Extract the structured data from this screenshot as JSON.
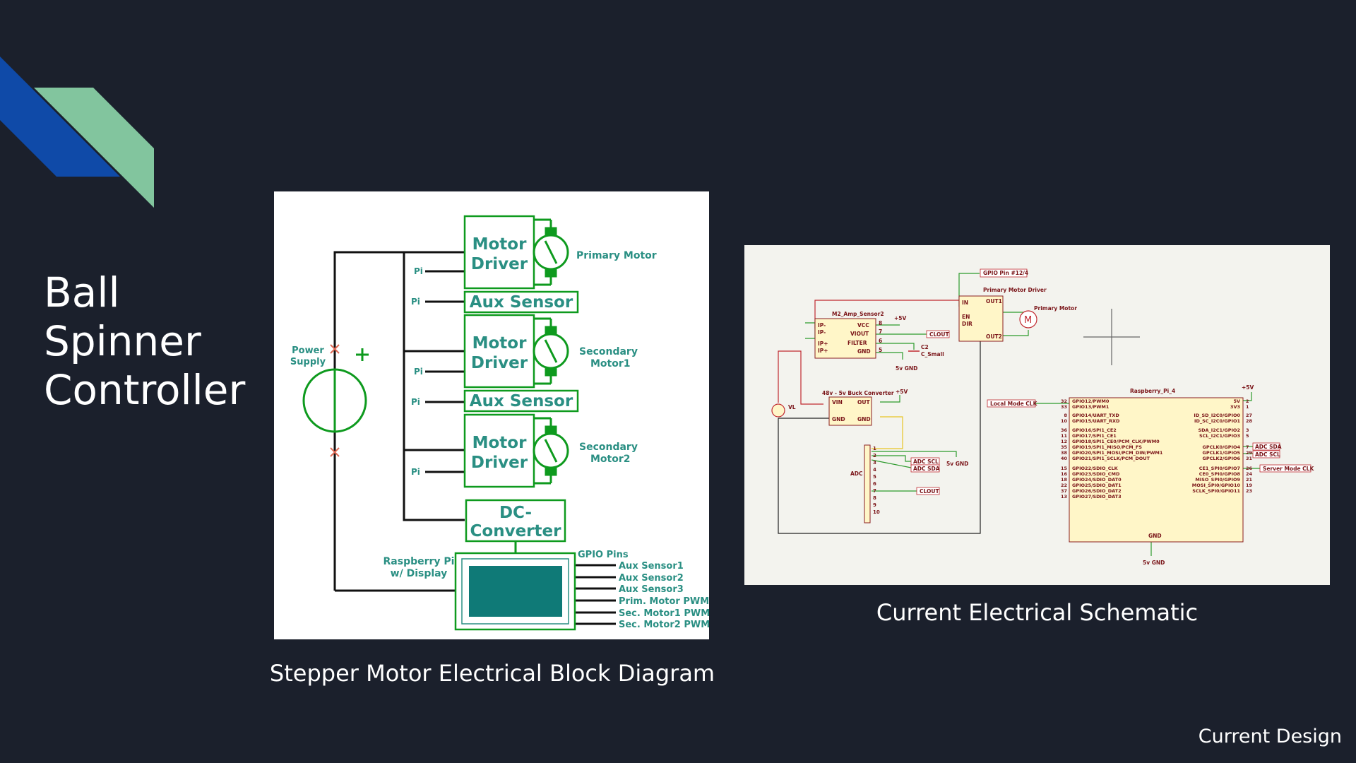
{
  "slide": {
    "title_lines": [
      "Ball",
      "Spinner",
      "Controller"
    ],
    "footer": "Current Design"
  },
  "colors": {
    "background": "#1b202c",
    "accent_blue": "#0f4aa8",
    "accent_green": "#82c59e",
    "diagram_green": "#0e9a1e",
    "diagram_teal": "#2a8f83",
    "diagram_screen": "#0f7a77",
    "schem_red": "#c0282f",
    "schem_wire": "#2c9a2c",
    "schem_yellow": "#e7c526"
  },
  "block_diagram": {
    "caption": "Stepper Motor Electrical Block Diagram",
    "motor_driver_line1": "Motor",
    "motor_driver_line2": "Driver",
    "aux_sensor": "Aux Sensor",
    "pi_label": "Pi",
    "primary_motor": "Primary Motor",
    "secondary_motor1_line1": "Secondary",
    "secondary_motor1_line2": "Motor1",
    "secondary_motor2_line1": "Secondary",
    "secondary_motor2_line2": "Motor2",
    "power_supply_line1": "Power",
    "power_supply_line2": "Supply",
    "dc_converter_line1": "DC-",
    "dc_converter_line2": "Converter",
    "raspberry_line1": "Raspberry Pi",
    "raspberry_line2": "w/ Display",
    "gpio_pins": "GPIO Pins",
    "gpio_outputs": [
      "Aux Sensor1",
      "Aux Sensor2",
      "Aux Sensor3",
      "Prim. Motor PWM",
      "Sec. Motor1 PWM",
      "Sec. Motor2 PWM"
    ]
  },
  "schematic": {
    "caption": "Current Electrical Schematic",
    "gpio_pin_label": "GPIO Pin #12/4",
    "primary_motor_driver": "Primary Motor Driver",
    "primary_motor": "Primary Motor",
    "amp_sensor": "M2_Amp_Sensor2",
    "amp_pins_left": [
      "IP-",
      "IP-",
      "IP+",
      "IP+"
    ],
    "amp_pins_right": [
      "VCC",
      "VIOUT",
      "FILTER",
      "GND"
    ],
    "amp_pin_numbers": [
      "8",
      "7",
      "6",
      "5"
    ],
    "clout": "CLOUT",
    "c2": "C2",
    "c_small": "C_Small",
    "gnd_5v": "5v GND",
    "plus_5v": "+5V",
    "driver_pins_left": [
      "IN",
      "EN",
      "DIR"
    ],
    "driver_out1": "OUT1",
    "driver_out2": "OUT2",
    "buck_converter": "48v - 5v Buck Converter",
    "buck_vin": "VIN",
    "buck_out": "OUT",
    "buck_gnd": "GND",
    "vl_label": "VL",
    "adc_label": "ADC",
    "adc_scl": "ADC SCL",
    "adc_sda": "ADC SDA",
    "header_numbers": [
      "1",
      "2",
      "3",
      "4",
      "5",
      "6",
      "7",
      "8",
      "9",
      "10"
    ],
    "rpi_title": "Raspberry_Pi_4",
    "local_mode_clk": "Local Mode CLK",
    "server_mode_clk": "Server Mode CLK",
    "rpi_left_pins": [
      "GPIO12/PWM0",
      "GPIO13/PWM1",
      "GPIO14/UART_TXD",
      "GPIO15/UART_RXD",
      "GPIO16/SPI1_CE2",
      "GPIO17/SPI1_CE1",
      "GPIO18/SPI1_CE0/PCM_CLK/PWM0",
      "GPIO19/SPI1_MISO/PCM_FS",
      "GPIO20/SPI1_MOSI/PCM_DIN/PWM1",
      "GPIO21/SPI1_SCLK/PCM_DOUT",
      "GPIO22/SDIO_CLK",
      "GPIO23/SDIO_CMD",
      "GPIO24/SDIO_DAT0",
      "GPIO25/SDIO_DAT1",
      "GPIO26/SDIO_DAT2",
      "GPIO27/SDIO_DAT3"
    ],
    "rpi_left_numbers": [
      "32",
      "33",
      "8",
      "10",
      "36",
      "11",
      "12",
      "35",
      "38",
      "40",
      "15",
      "16",
      "18",
      "22",
      "37",
      "13"
    ],
    "rpi_right_pins": [
      "5V",
      "3V3",
      "ID_SD_I2C0/GPIO0",
      "ID_SC_I2C0/GPIO1",
      "SDA_I2C1/GPIO2",
      "SCL_I2C1/GPIO3",
      "GPCLK0/GPIO4",
      "GPCLK1/GPIO5",
      "GPCLK2/GPIO6",
      "CE1_SPI0/GPIO7",
      "CE0_SPI0/GPIO8",
      "MISO_SPI0/GPIO9",
      "MOSI_SPI0/GPIO10",
      "SCLK_SPI0/GPIO11"
    ],
    "rpi_right_numbers": [
      "2",
      "1",
      "27",
      "28",
      "3",
      "5",
      "7",
      "29",
      "31",
      "26",
      "24",
      "21",
      "19",
      "23"
    ],
    "rpi_gnd": "GND"
  }
}
